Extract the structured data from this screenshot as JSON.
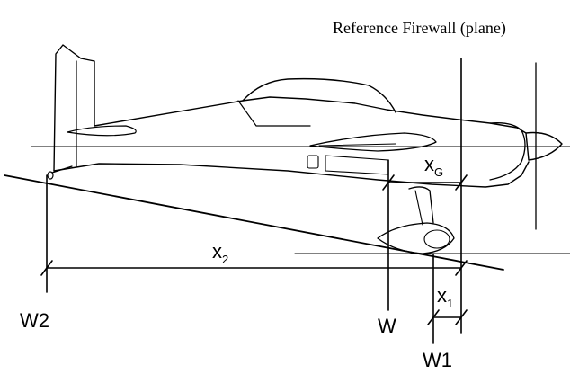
{
  "diagram": {
    "reference_label": "Reference Firewall (plane)",
    "labels": {
      "x2": "x",
      "x2_sub": "2",
      "xg": "x",
      "xg_sub": "G",
      "x1": "x",
      "x1_sub": "1",
      "w2": "W2",
      "w": "W",
      "w1": "W1"
    }
  }
}
